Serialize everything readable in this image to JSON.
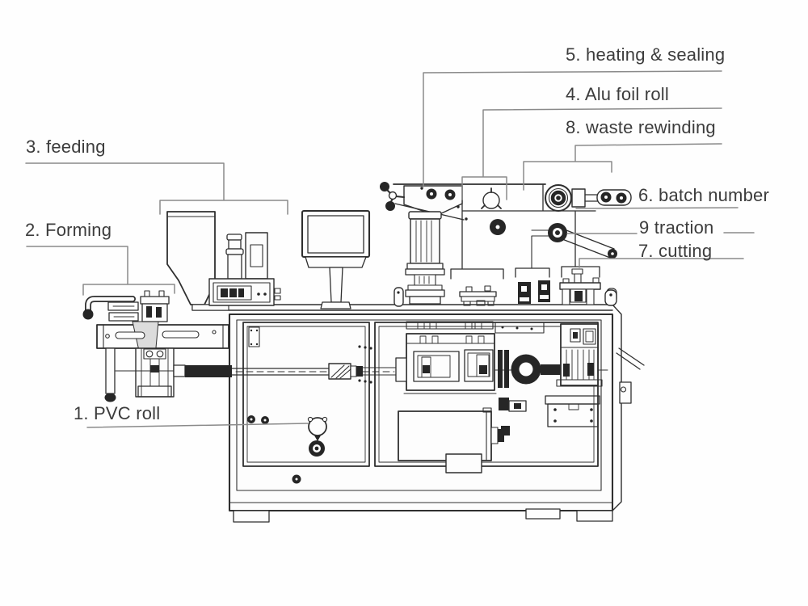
{
  "figure": {
    "type": "annotated technical line diagram",
    "subject": "blister packing machine – numbered component callouts"
  },
  "labels": {
    "pvc_roll": {
      "text": "1. PVC roll"
    },
    "forming": {
      "text": "2. Forming"
    },
    "feeding": {
      "text": "3. feeding"
    },
    "alu_foil_roll": {
      "text": "4. Alu foil roll"
    },
    "heating_sealing": {
      "text": "5. heating & sealing"
    },
    "batch_number": {
      "text": "6. batch number"
    },
    "cutting": {
      "text": "7. cutting"
    },
    "waste_rewinding": {
      "text": "8. waste rewinding"
    },
    "traction": {
      "text": "9 traction"
    }
  },
  "colors": {
    "machine_line": "#2f2f2f",
    "leader_line": "#8a8a8a",
    "label_text": "#3c3c3c",
    "background": "#fefefe"
  }
}
